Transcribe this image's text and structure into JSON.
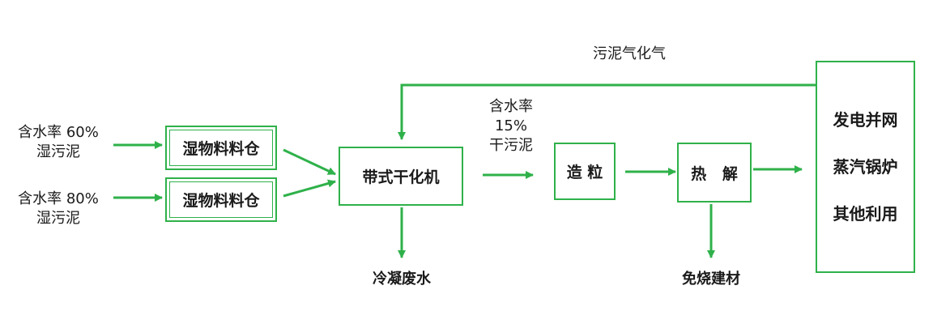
{
  "inputs": [
    {
      "line1": "含水率 60%",
      "line2": "湿污泥"
    },
    {
      "line1": "含水率 80%",
      "line2": "湿污泥"
    }
  ],
  "nodes": {
    "bin1": "湿物料料仓",
    "bin2": "湿物料料仓",
    "dryer": "带式干化机",
    "granulator": "造 粒",
    "pyrolysis": "热   解",
    "uses": [
      "发电并网",
      "蒸汽锅炉",
      "其他利用"
    ]
  },
  "edge_labels": {
    "dry_sludge": [
      "含水率",
      "15%",
      "干污泥"
    ],
    "gas": "污泥气化气",
    "wastewater": "冷凝废水",
    "building_material": "免烧建材"
  },
  "colors": {
    "line": "#2fb14a"
  }
}
